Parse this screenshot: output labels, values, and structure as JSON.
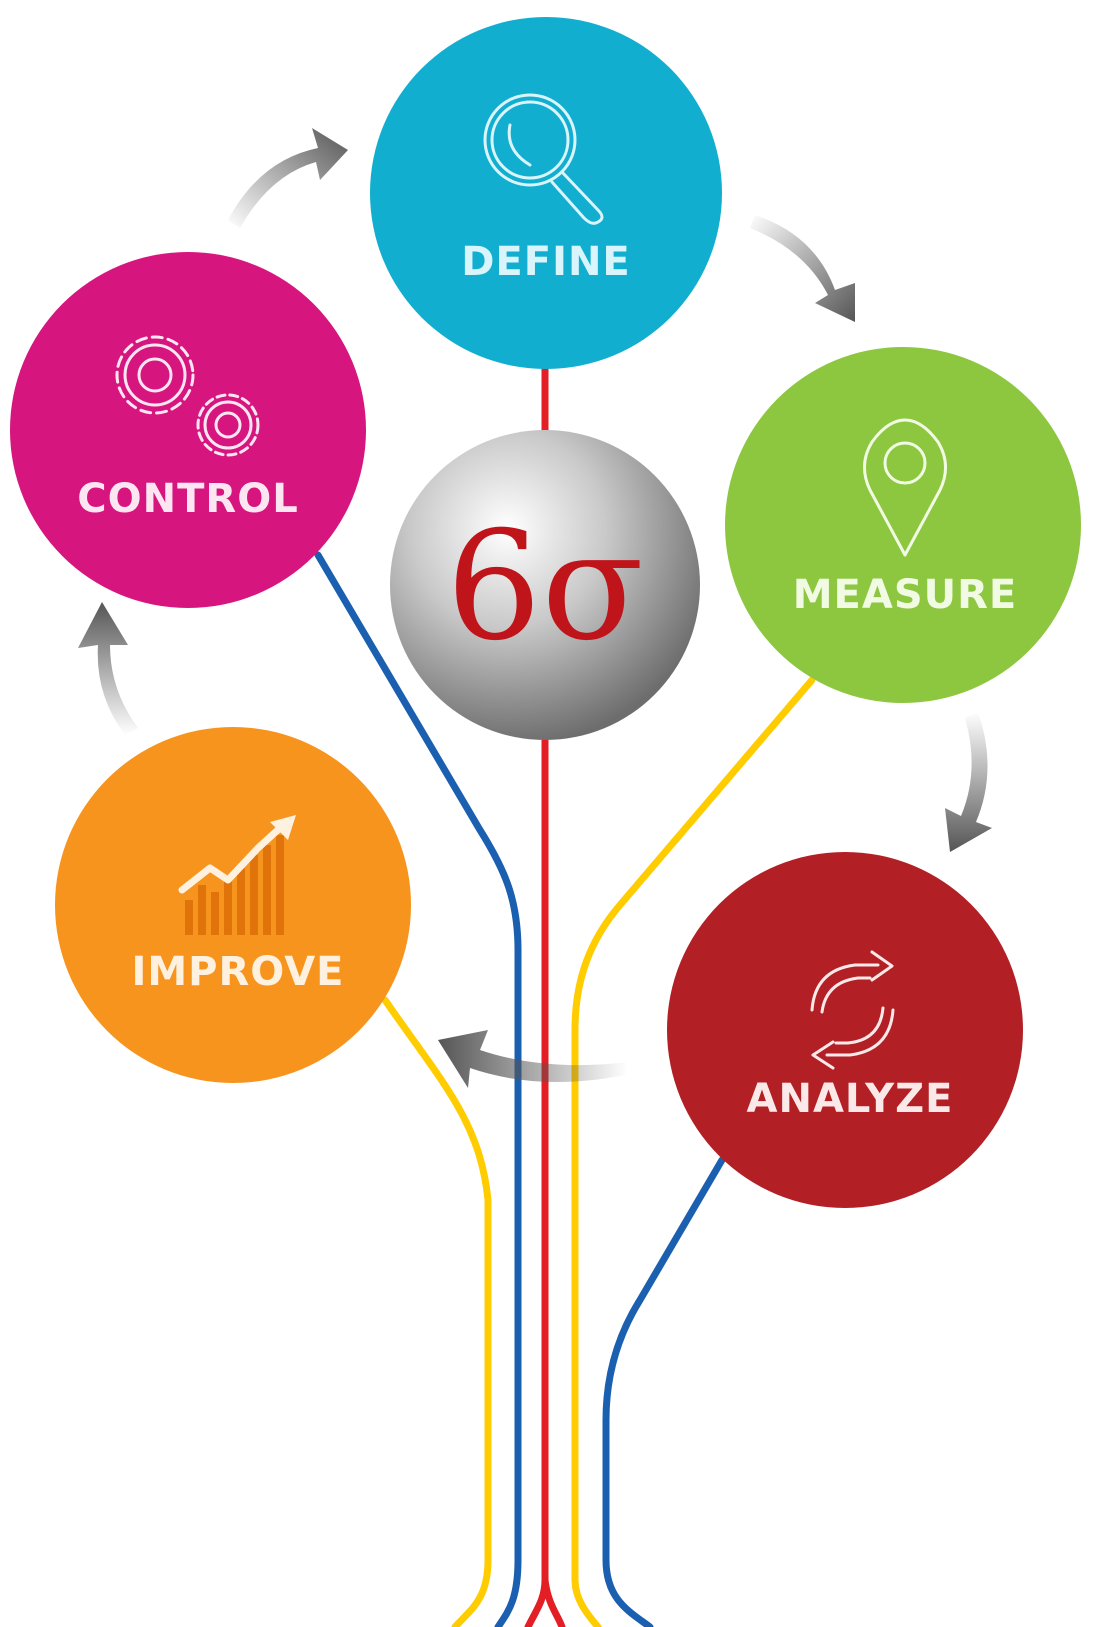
{
  "center": {
    "symbol": "6σ"
  },
  "nodes": {
    "define": {
      "label": "DEFINE",
      "icon": "magnifier-icon",
      "color": "#12aed0",
      "label_color": "#d9f5fb"
    },
    "measure": {
      "label": "MEASURE",
      "icon": "map-pin-icon",
      "color": "#8dc63f",
      "label_color": "#f1fbe4"
    },
    "analyze": {
      "label": "ANALYZE",
      "icon": "cycle-arrows-icon",
      "color": "#b22025",
      "label_color": "#fbe9e9"
    },
    "improve": {
      "label": "IMPROVE",
      "icon": "growth-chart-icon",
      "color": "#f7941d",
      "label_color": "#fff1df"
    },
    "control": {
      "label": "CONTROL",
      "icon": "gears-icon",
      "color": "#d6157f",
      "label_color": "#fde6f2"
    }
  },
  "colors": {
    "red_line": "#e31e24",
    "blue_line": "#1b5fb0",
    "yellow_line": "#ffcc00",
    "arrow": "#555555",
    "sigma": "#c0141b"
  }
}
